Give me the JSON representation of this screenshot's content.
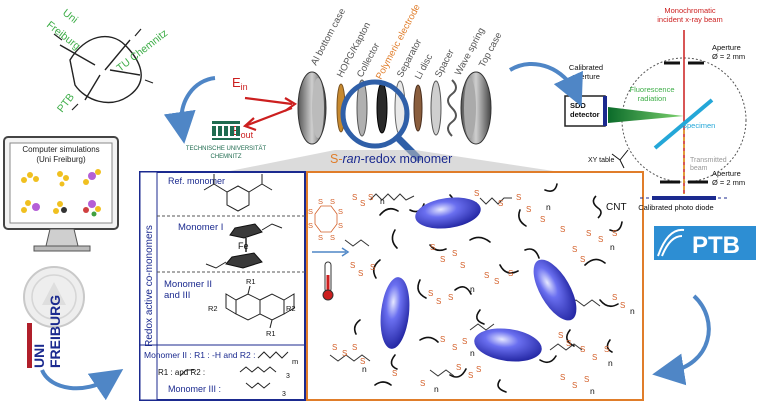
{
  "hands": {
    "uni_freiburg": "Uni\nFreiburg",
    "tu_chemnitz": "TU Chemnitz",
    "ptb": "PTB"
  },
  "cell": {
    "e_in": "E",
    "e_in_sub": "in",
    "e_out": "E",
    "e_out_sub": "out",
    "components": [
      "Al bottom case",
      "HOPG/Kapton",
      "Collector",
      "Polymeric electrode",
      "Separator",
      "Li disc",
      "Spacer",
      "Wave spring",
      "Top case"
    ],
    "highlight_component": "Polymeric electrode"
  },
  "tu_chemnitz_logo": {
    "line1": "TECHNISCHE UNIVERSITÄT",
    "line2": "CHEMNITZ"
  },
  "computer": {
    "title": "Computer simulations",
    "subtitle": "(Uni Freiburg)"
  },
  "freiburg_logo": {
    "line1": "UNI",
    "line2": "FREIBURG"
  },
  "polymer_title": {
    "s": "S-",
    "ran": "ran",
    "rest": "-redox monomer"
  },
  "comonomers": {
    "side_label": "Redox active co-monomers",
    "ref": "Ref. monomer",
    "m1": "Monomer I",
    "m1_atom": "Fe",
    "m23": "Monomer II\nand III",
    "r1_top": "R1",
    "r1_bottom": "R1",
    "r2_left": "R2",
    "r2_right": "R2",
    "m2_def": "Monomer II : R1 : -H and R2 :",
    "m3_def": "R1 :        and R2 :",
    "m3_label": "Monomer III :",
    "sub_m": "m",
    "sub_3a": "3",
    "sub_3b": "3"
  },
  "polymer": {
    "cnt_label": "CNT",
    "sulfur": "S",
    "sub_n": "n"
  },
  "xray": {
    "beam": "Monochromatic\nincident x-ray beam",
    "cal_aperture": "Calibrated\naperture",
    "aperture_top": "Aperture\nØ = 2 mm",
    "detector": "SDD\ndetector",
    "fluorescence": "Fluorescence\nradiation",
    "specimen": "Specimen",
    "transmitted": "Transmitted\nbeam",
    "xy_table": "XY table",
    "aperture_bottom": "Aperture\nØ = 2 mm",
    "photodiode": "Calibrated photo diode"
  },
  "ptb_logo": "PTB",
  "colors": {
    "navy": "#1b2a8f",
    "orange": "#e07d2a",
    "sulfur_orange": "#d4602a",
    "ellipsoid": "#3a3fd6",
    "arrow_blue": "#4f86c6",
    "beam_red": "#cc1f1f",
    "fluor_green": "#3fae49",
    "specimen_cyan": "#24a7d8",
    "ptb_blue": "#2d8ed3",
    "tuc_green": "#1f6b4f",
    "frei_red": "#b01f2a"
  }
}
